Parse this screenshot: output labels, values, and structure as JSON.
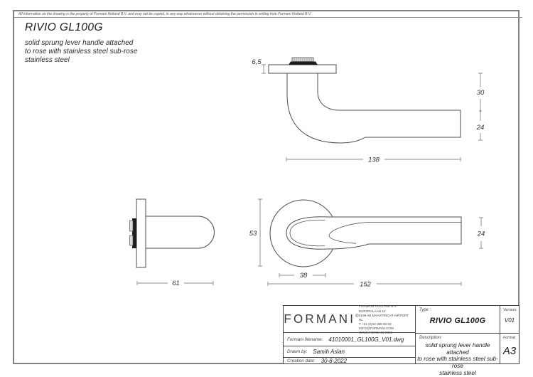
{
  "sheet": {
    "disclaimer": "All information on the drawing is the property of Formani Holland B.V. and may not be copied, in any way whatsoever without obtaining the permission in writing from Formani Holland B.V."
  },
  "header": {
    "title": "RIVIO GL100G",
    "description_lines": [
      "solid sprung lever handle attached",
      "to rose with stainless steel sub-rose",
      "stainless steel"
    ]
  },
  "dimensions": {
    "side_view": {
      "rose_thickness": "6,5",
      "neck_height": "30",
      "grip_diameter": "24",
      "length": "138"
    },
    "top_view": {
      "projection": "61"
    },
    "front_view": {
      "rose_diameter": "53",
      "neck_width": "38",
      "overall_length": "152",
      "grip_diameter": "24"
    }
  },
  "title_block": {
    "logo_text": "FORMANI",
    "logo_registered": "®",
    "address_lines": [
      "Formani Holland B.V.",
      "Europalaan 12",
      "6199 AB Maastricht-Airport NL",
      "T +31 (0)43 358 90 60",
      "info@formani.com",
      "www.formani.com"
    ],
    "filename_label": "Formani filename:",
    "filename_value": "41010001_GL100G_V01.dwg",
    "drawn_by_label": "Drawn by:",
    "drawn_by_value": "Samih Aslan",
    "creation_date_label": "Creation date:",
    "creation_date_value": "30-8-2022",
    "type_label": "Type :",
    "type_value": "RIVIO GL100G",
    "version_label": "Version:",
    "version_value": "V01",
    "description_label": "Description:",
    "description_lines": [
      "solid sprung lever handle attached",
      "to rose with stainless steel sub-rose",
      "stainless steel"
    ],
    "format_label": "Format",
    "format_value": "A3"
  },
  "colors": {
    "object_line": "#4d4d4d",
    "dimension_line": "#8c8c8c",
    "text": "#2e2e2e",
    "border": "#7f7f7f",
    "paper": "#ffffff"
  }
}
